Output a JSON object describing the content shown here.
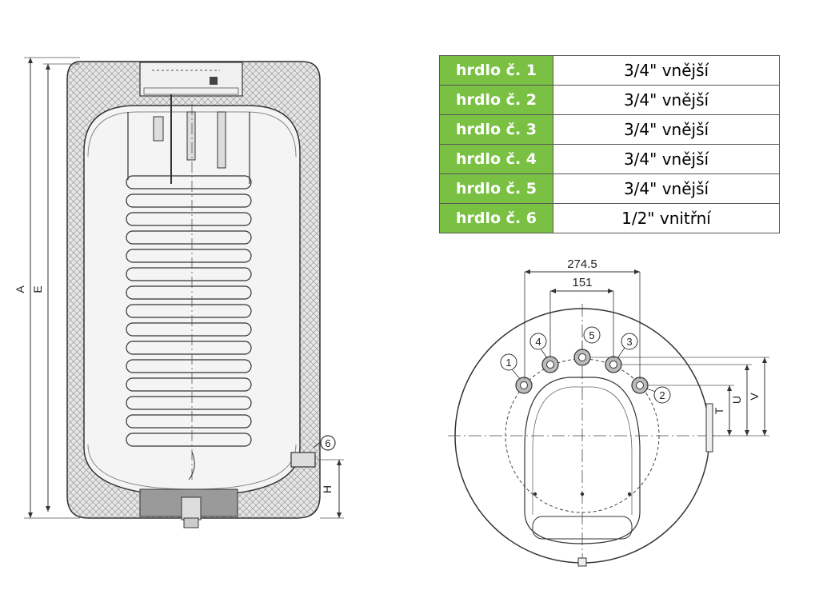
{
  "connections": [
    {
      "label": "hrdlo č. 1",
      "value": "3/4\" vnější"
    },
    {
      "label": "hrdlo č. 2",
      "value": "3/4\" vnější"
    },
    {
      "label": "hrdlo č. 3",
      "value": "3/4\" vnější"
    },
    {
      "label": "hrdlo č. 4",
      "value": "3/4\" vnější"
    },
    {
      "label": "hrdlo č. 5",
      "value": "3/4\" vnější"
    },
    {
      "label": "hrdlo č. 6",
      "value": "1/2\" vnitřní"
    }
  ],
  "side_view": {
    "dim_a": "A",
    "dim_e": "E",
    "dim_h": "H",
    "callout_6": "6"
  },
  "top_view": {
    "dim_outer": "274.5",
    "dim_inner": "151",
    "dim_t": "T",
    "dim_u": "U",
    "dim_v": "V",
    "callouts": [
      "1",
      "2",
      "3",
      "4",
      "5"
    ]
  },
  "colors": {
    "label_bg": "#7ac143",
    "label_text": "#ffffff",
    "line": "#333333"
  }
}
